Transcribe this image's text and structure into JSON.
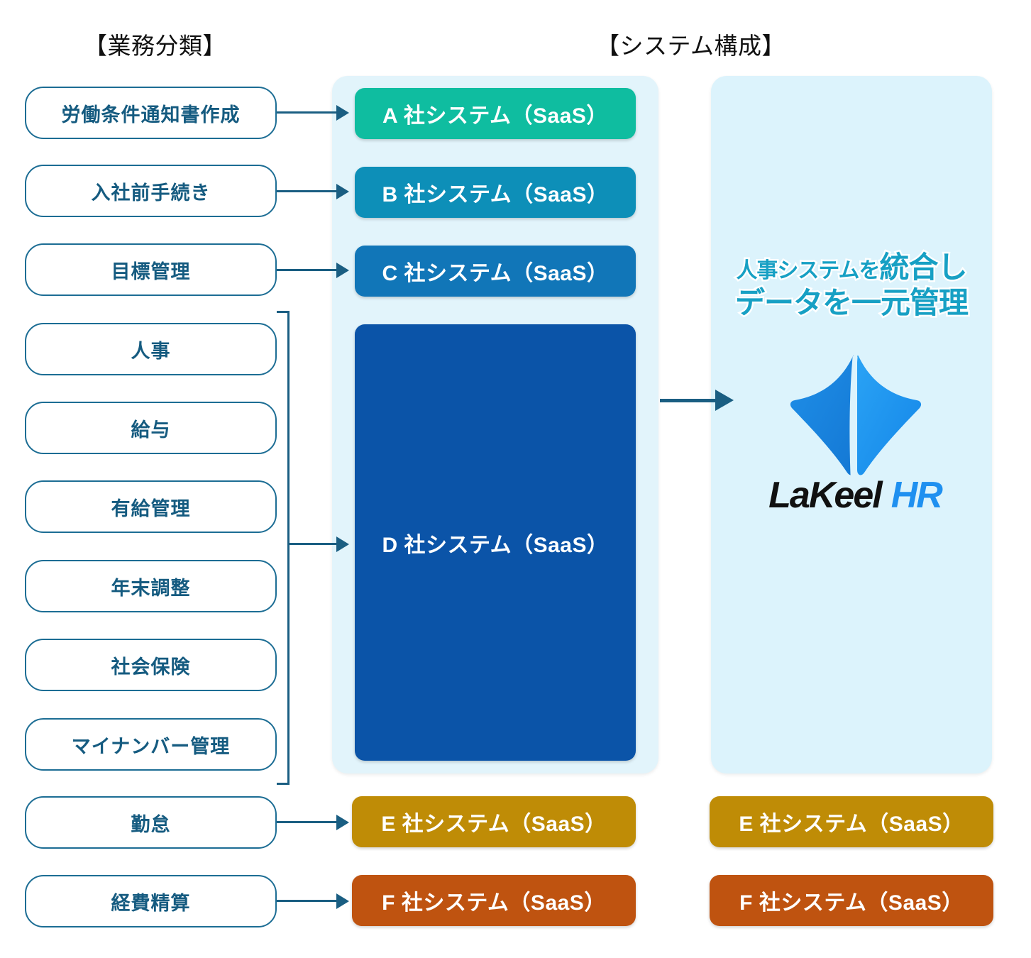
{
  "headers": {
    "left": "【業務分類】",
    "right": "【システム構成】"
  },
  "colors": {
    "task_border": "#1c6d94",
    "task_text": "#155b80",
    "arrow": "#1a5e82",
    "panel_left_bg": "#e2f4fb",
    "panel_right_bg": "#dcf3fc",
    "system_a": "#0fbda0",
    "system_b": "#0d8fb8",
    "system_c": "#1176b8",
    "system_d": "#0b54a8",
    "system_e": "#bf8c06",
    "system_f": "#bf5310",
    "headline": "#17a0c4",
    "logo_blue": "#1f90f0",
    "logo_dark": "#111111"
  },
  "tasks": [
    {
      "label": "労働条件通知書作成"
    },
    {
      "label": "入社前手続き"
    },
    {
      "label": "目標管理"
    },
    {
      "label": "人事"
    },
    {
      "label": "給与"
    },
    {
      "label": "有給管理"
    },
    {
      "label": "年末調整"
    },
    {
      "label": "社会保険"
    },
    {
      "label": "マイナンバー管理"
    },
    {
      "label": "勤怠"
    },
    {
      "label": "経費精算"
    }
  ],
  "current_systems": [
    {
      "label": "A 社システム（SaaS）"
    },
    {
      "label": "B 社システム（SaaS）"
    },
    {
      "label": "C 社システム（SaaS）"
    },
    {
      "label": "D 社システム（SaaS）"
    },
    {
      "label": "E 社システム（SaaS）"
    },
    {
      "label": "F 社システム（SaaS）"
    }
  ],
  "future_systems": [
    {
      "label": "E 社システム（SaaS）"
    },
    {
      "label": "F 社システム（SaaS）"
    }
  ],
  "integration": {
    "line1_a": "人事システムを",
    "line1_b": "統合し",
    "line2": "データを一元管理"
  },
  "logo": {
    "name_primary": "LaKeel",
    "name_secondary": "HR",
    "mark": "keel-sail-shield-icon"
  }
}
